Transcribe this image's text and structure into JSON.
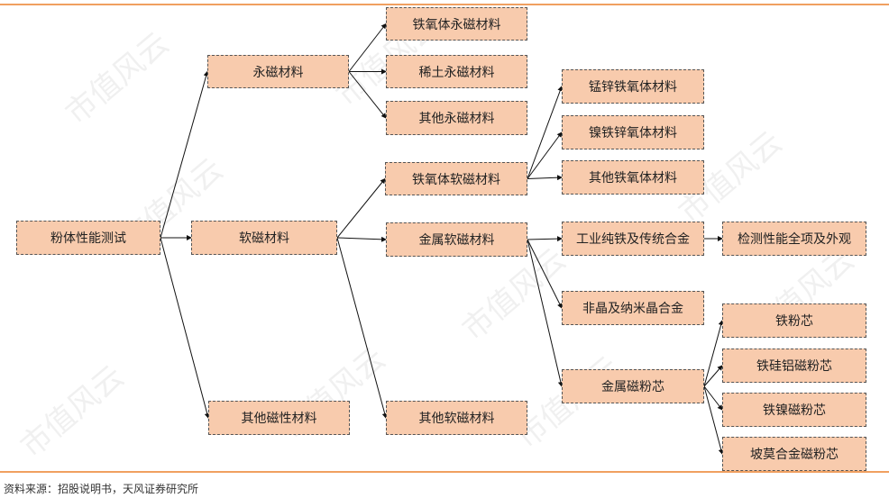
{
  "watermark": "市值风云",
  "nodes": {
    "root": "粉体性能测试",
    "permanent": "永磁材料",
    "soft": "软磁材料",
    "other_magnetic": "其他磁性材料",
    "ferrite_perm": "铁氧体永磁材料",
    "rare_earth": "稀土永磁材料",
    "other_perm": "其他永磁材料",
    "ferrite_soft": "铁氧体软磁材料",
    "metal_soft": "金属软磁材料",
    "other_soft": "其他软磁材料",
    "mnzn": "锰锌铁氧体材料",
    "nizn": "镍铁锌氧体材料",
    "other_ferrite": "其他铁氧体材料",
    "pure_iron": "工业纯铁及传统合金",
    "inspect": "检测性能全项及外观",
    "amorphous": "非晶及纳米晶合金",
    "powder_core": "金属磁粉芯",
    "iron_powder": "铁粉芯",
    "sendust": "铁硅铝磁粉芯",
    "feni": "铁镍磁粉芯",
    "permalloy": "坡莫合金磁粉芯"
  },
  "edges": [
    [
      "root",
      "permanent"
    ],
    [
      "root",
      "soft"
    ],
    [
      "root",
      "other_magnetic"
    ],
    [
      "permanent",
      "ferrite_perm"
    ],
    [
      "permanent",
      "rare_earth"
    ],
    [
      "permanent",
      "other_perm"
    ],
    [
      "soft",
      "ferrite_soft"
    ],
    [
      "soft",
      "metal_soft"
    ],
    [
      "soft",
      "other_soft"
    ],
    [
      "ferrite_soft",
      "mnzn"
    ],
    [
      "ferrite_soft",
      "nizn"
    ],
    [
      "ferrite_soft",
      "other_ferrite"
    ],
    [
      "metal_soft",
      "pure_iron"
    ],
    [
      "metal_soft",
      "amorphous"
    ],
    [
      "metal_soft",
      "powder_core"
    ],
    [
      "pure_iron",
      "inspect"
    ],
    [
      "powder_core",
      "iron_powder"
    ],
    [
      "powder_core",
      "sendust"
    ],
    [
      "powder_core",
      "feni"
    ],
    [
      "powder_core",
      "permalloy"
    ]
  ],
  "source": "资料来源：招股说明书，天风证券研究所"
}
